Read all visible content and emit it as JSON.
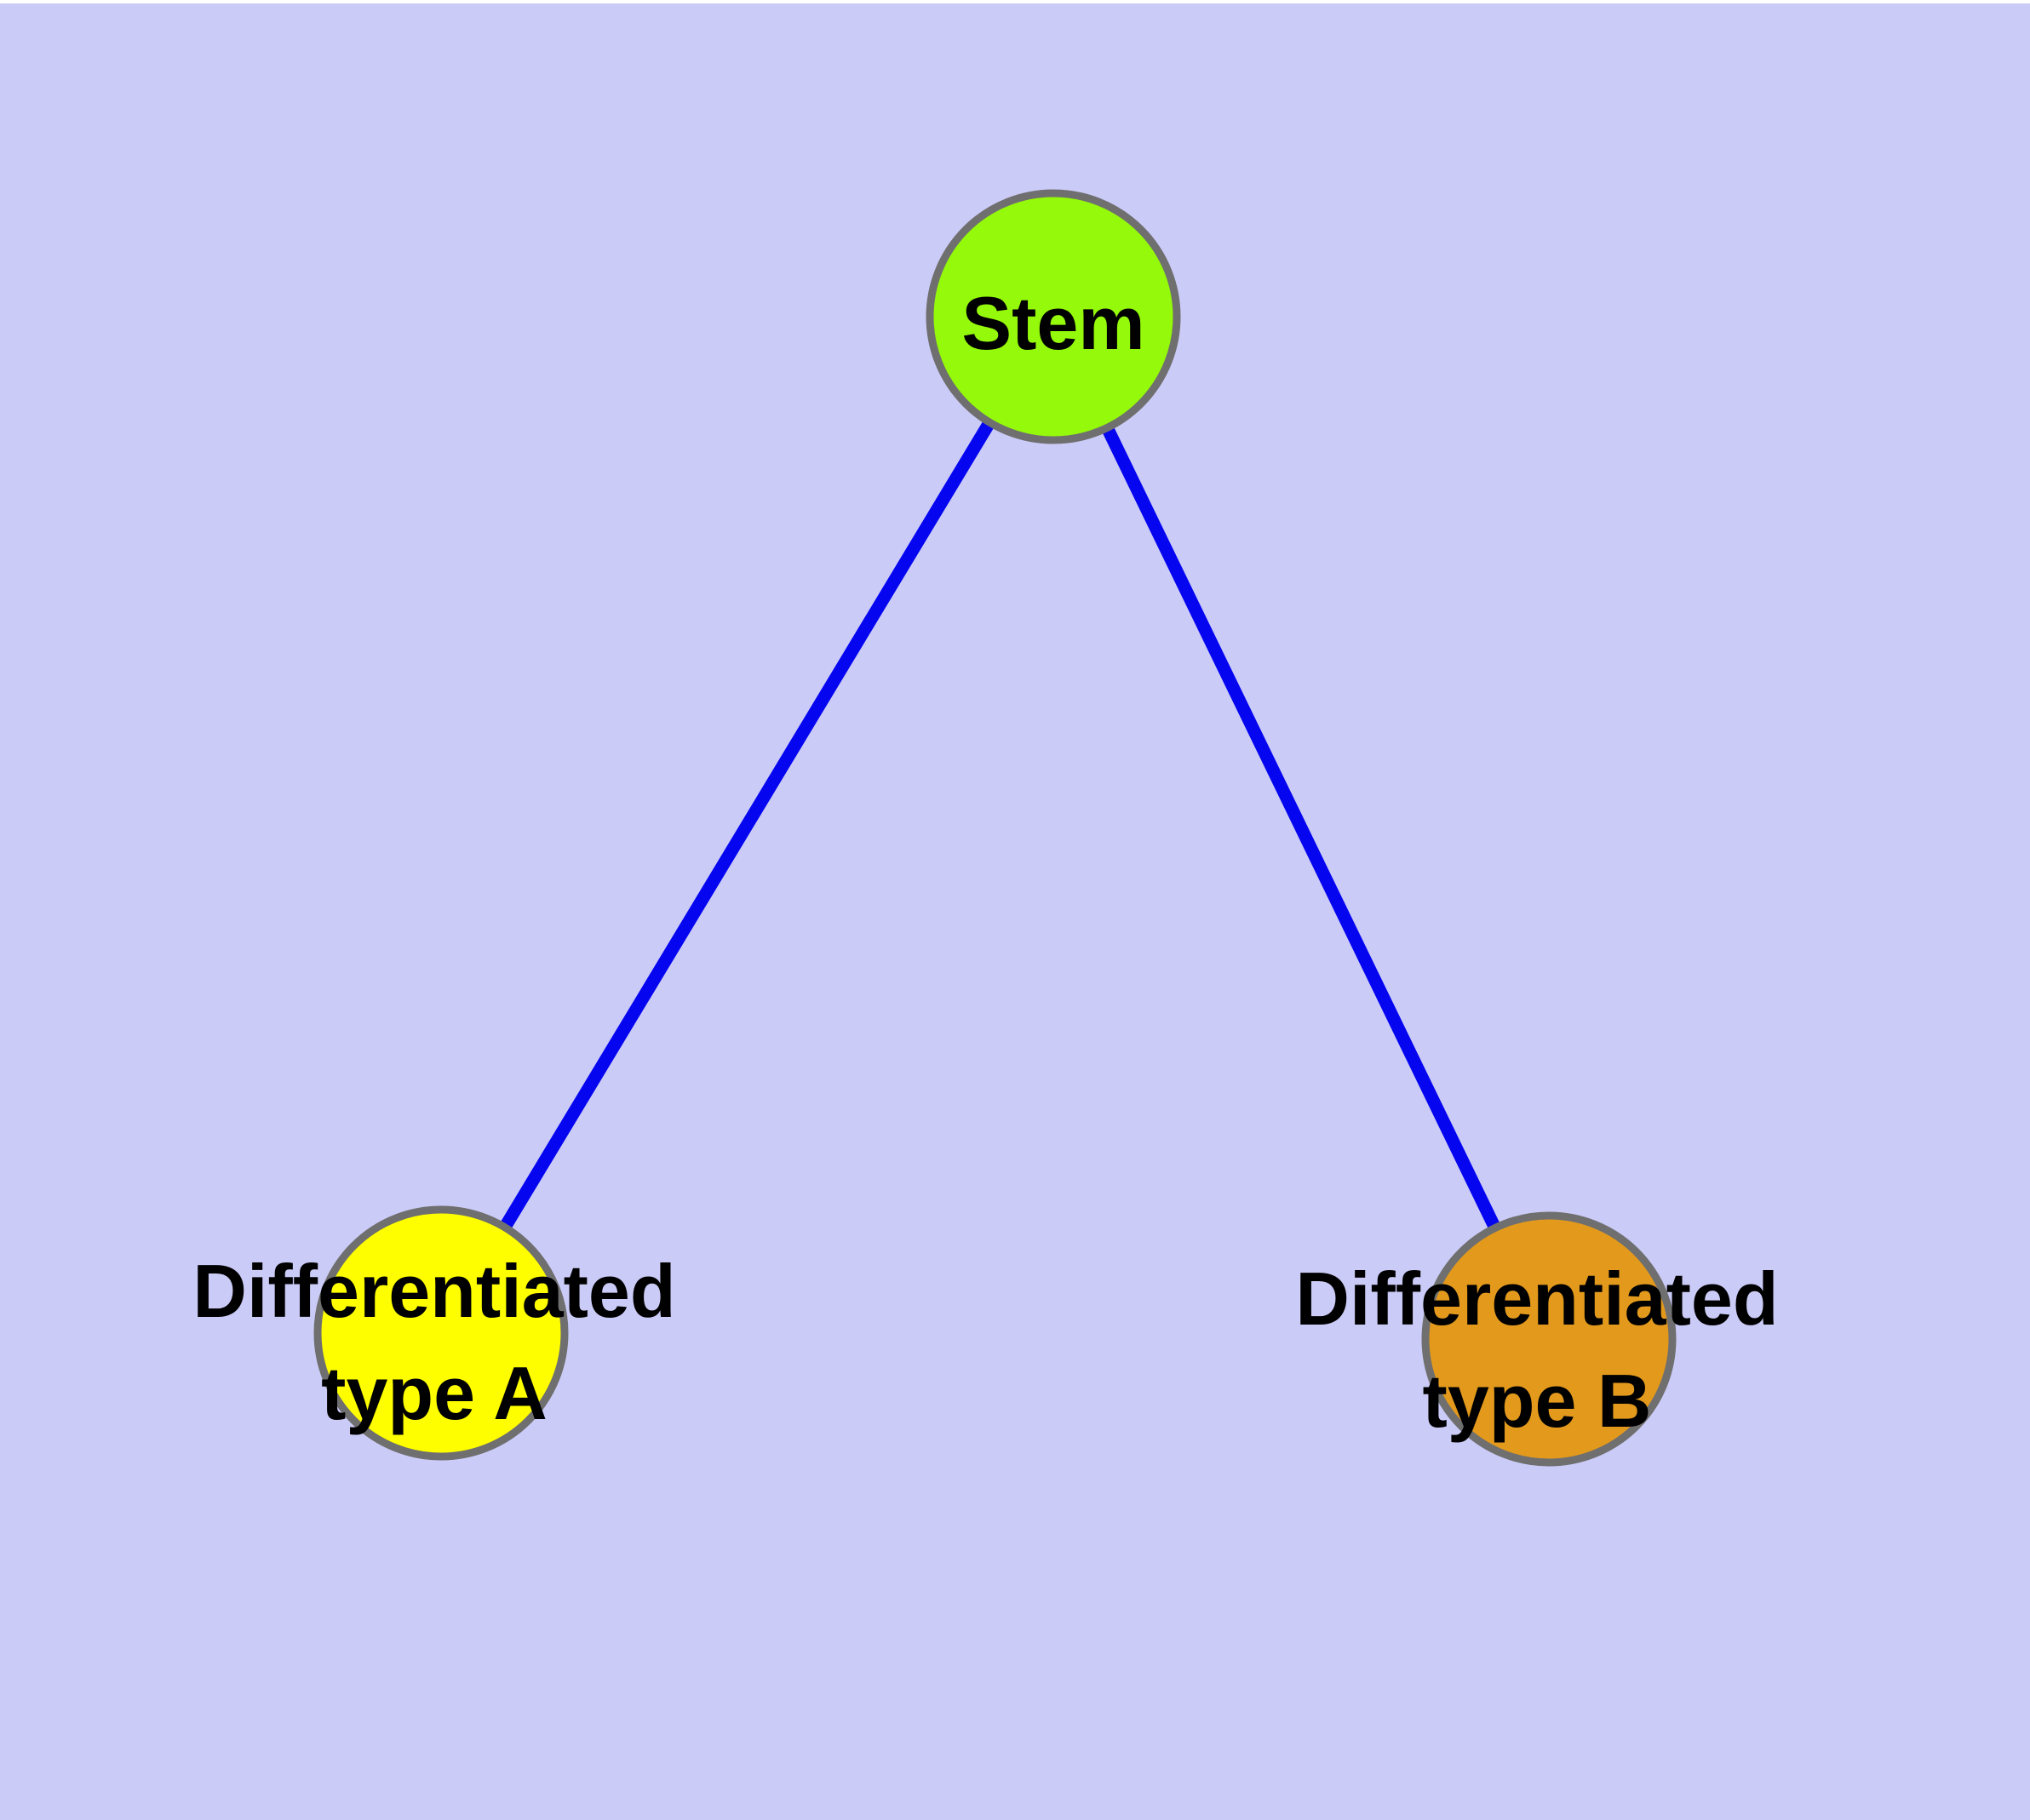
{
  "graph": {
    "background_color": "#CBCBF8",
    "top_margin_color": "#FFFFFF",
    "edge_color": "#0505F0",
    "node_border_color": "#6F6F6F",
    "label_color": "#000000",
    "nodes": [
      {
        "id": "stem",
        "label": "Stem",
        "line1": "Stem",
        "fill": "#94F90A"
      },
      {
        "id": "differentiated-type-a",
        "label": "Differentiated type A",
        "line1": "Differentiated",
        "line2": "type A",
        "fill": "#FEFE00"
      },
      {
        "id": "differentiated-type-b",
        "label": "Differentiated type B",
        "line1": "Differentiated",
        "line2": "type B",
        "fill": "#E39A1C"
      }
    ],
    "edges": [
      {
        "from": "Stem",
        "to": "Differentiated type A"
      },
      {
        "from": "Stem",
        "to": "Differentiated type B"
      }
    ]
  }
}
